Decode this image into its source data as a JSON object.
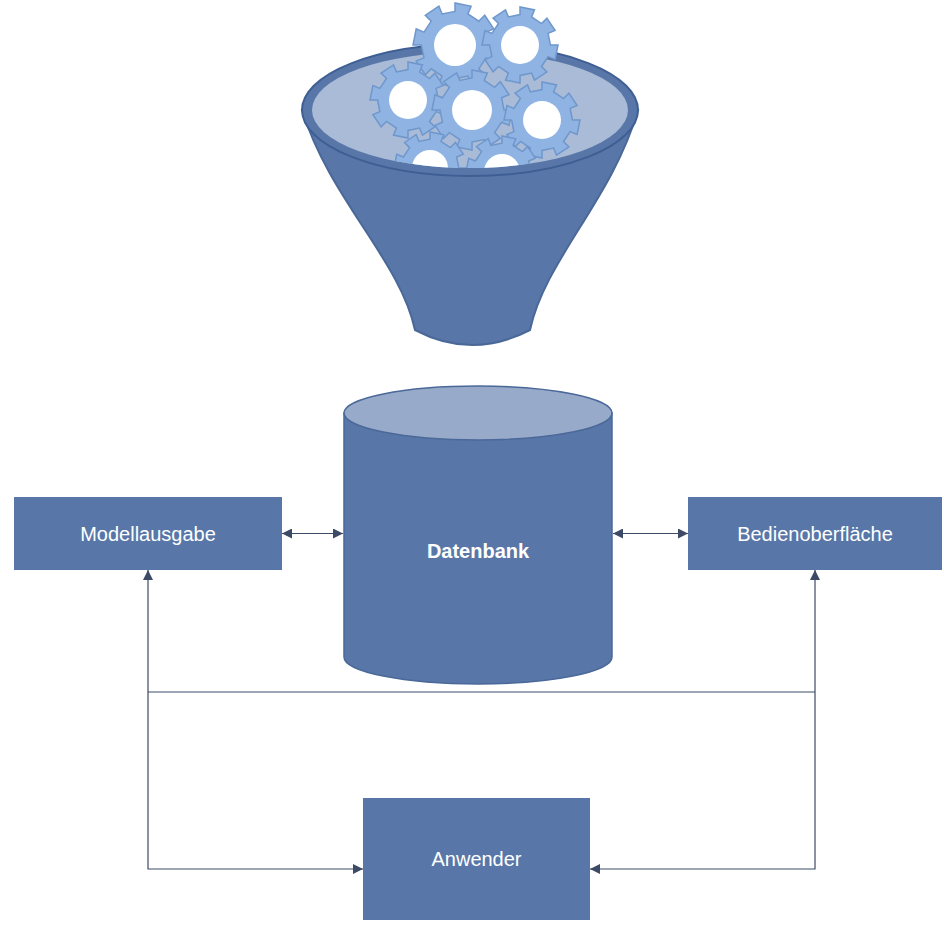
{
  "diagram": {
    "nodes": [
      {
        "text": [
          "Modellausgabe"
        ]
      },
      {
        "text": [
          "Datenbank"
        ]
      },
      {
        "text": [
          "Bedienoberfläche"
        ]
      },
      {
        "text": [
          "Anwender"
        ]
      }
    ],
    "edges": [
      {
        "from": 0,
        "to": 1,
        "arrow": "both"
      },
      {
        "from": 1,
        "to": 2,
        "arrow": "both"
      },
      {
        "from": 0,
        "to": 3,
        "arrow": "both"
      },
      {
        "from": 2,
        "to": 3,
        "arrow": "both"
      }
    ]
  }
}
